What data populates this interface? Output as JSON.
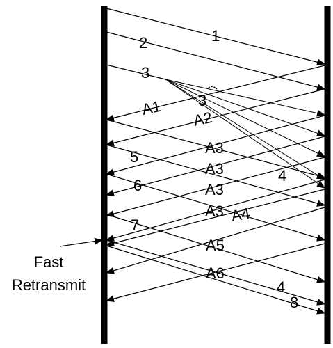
{
  "diagram": {
    "left_label": "",
    "right_label": "",
    "stroke_color": "#000000",
    "background": "#ffffff",
    "annotation": {
      "line1": "Fast",
      "line2": "Retransmit"
    },
    "messages": [
      {
        "label": "1",
        "from": "sender",
        "to": "receiver"
      },
      {
        "label": "2",
        "from": "sender",
        "to": "receiver"
      },
      {
        "label": "3",
        "from": "sender",
        "to": "receiver"
      },
      {
        "label": "A1",
        "from": "receiver",
        "to": "sender"
      },
      {
        "label": "3",
        "from": "sender",
        "to": "receiver"
      },
      {
        "label": "A2",
        "from": "receiver",
        "to": "sender"
      },
      {
        "label": "A3",
        "from": "receiver",
        "to": "sender"
      },
      {
        "label": "5",
        "from": "sender",
        "to": "receiver"
      },
      {
        "label": "A3",
        "from": "receiver",
        "to": "sender"
      },
      {
        "label": "4",
        "from": "sender",
        "to": "receiver"
      },
      {
        "label": "6",
        "from": "sender",
        "to": "receiver"
      },
      {
        "label": "A3",
        "from": "receiver",
        "to": "sender"
      },
      {
        "label": "A3",
        "from": "receiver",
        "to": "sender"
      },
      {
        "label": "A4",
        "from": "receiver",
        "to": "sender"
      },
      {
        "label": "7",
        "from": "sender",
        "to": "receiver"
      },
      {
        "label": "A5",
        "from": "receiver",
        "to": "sender"
      },
      {
        "label": "A6",
        "from": "receiver",
        "to": "sender"
      },
      {
        "label": "4",
        "from": "sender",
        "to": "receiver"
      },
      {
        "label": "8",
        "from": "sender",
        "to": "receiver"
      }
    ]
  }
}
